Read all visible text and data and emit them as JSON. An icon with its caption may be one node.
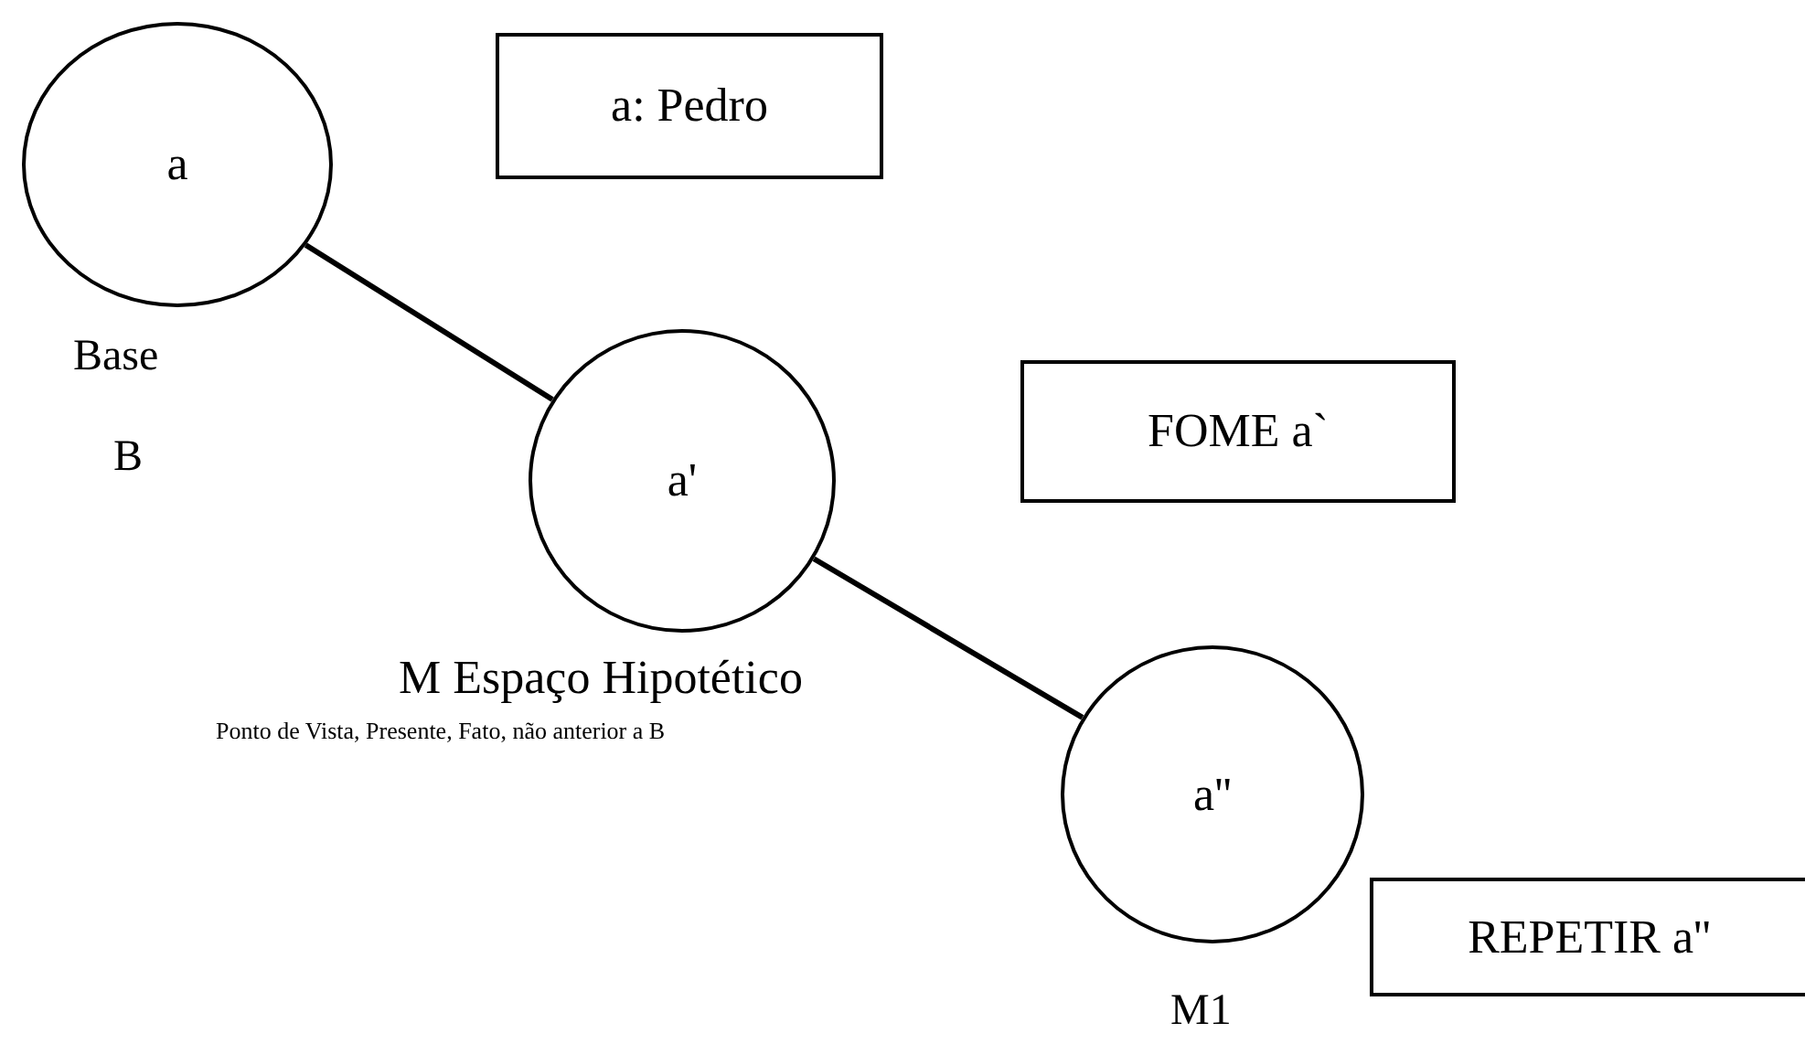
{
  "diagram": {
    "nodes": [
      {
        "text": [
          "a"
        ],
        "beside": [
          "Base",
          "B"
        ]
      },
      {
        "text": [
          "a: Pedro"
        ]
      },
      {
        "text": [
          "a'"
        ],
        "beside": [
          "M Espaço Hipotético",
          "Ponto de Vista, Presente, Fato, não anterior a B"
        ]
      },
      {
        "text": [
          "FOME a`"
        ]
      },
      {
        "text": [
          "a''"
        ],
        "beside": [
          "M1"
        ]
      },
      {
        "text": [
          "REPETIR a''"
        ]
      }
    ],
    "edges": [
      {
        "from": 0,
        "to": 2,
        "arrow": "none"
      },
      {
        "from": 2,
        "to": 4,
        "arrow": "none"
      }
    ]
  }
}
